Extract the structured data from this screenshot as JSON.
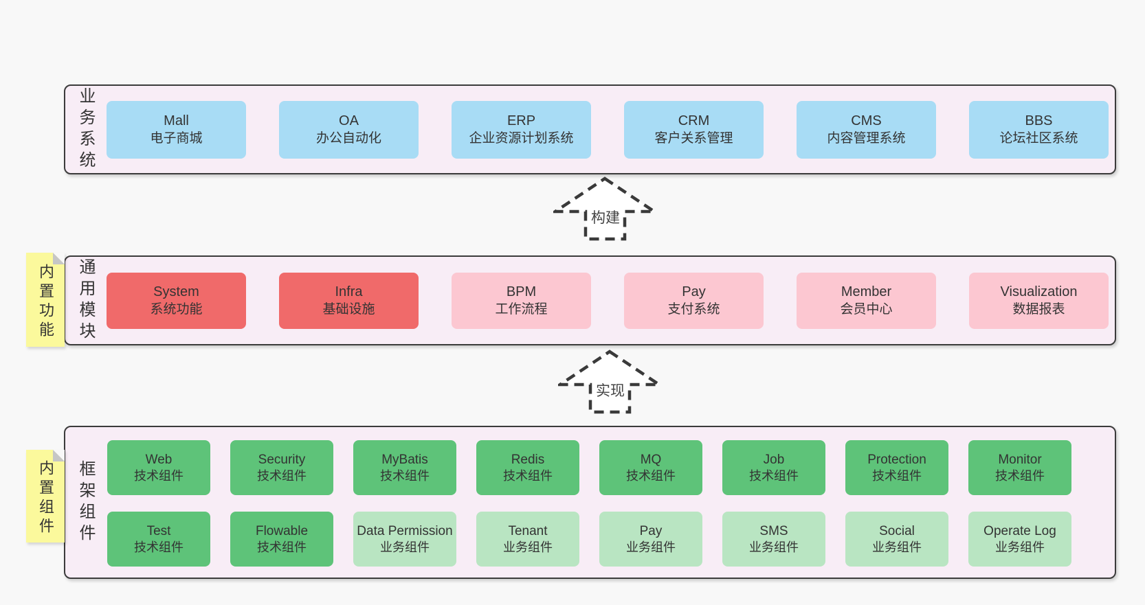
{
  "colors": {
    "page_background": "#f8f8f8",
    "layer_background": "#f8edf6",
    "layer_border": "#3b3b3b",
    "business_box": "#a8dcf5",
    "core_module_box": "#f06a6a",
    "optional_module_box": "#fcc7d1",
    "tech_component_box": "#5ec379",
    "biz_component_box": "#b9e5c2",
    "sticky_note": "#fbf99c"
  },
  "layers": {
    "business": {
      "label": "业务系统",
      "boxes": [
        {
          "en": "Mall",
          "zh": "电子商城"
        },
        {
          "en": "OA",
          "zh": "办公自动化"
        },
        {
          "en": "ERP",
          "zh": "企业资源计划系统"
        },
        {
          "en": "CRM",
          "zh": "客户关系管理"
        },
        {
          "en": "CMS",
          "zh": "内容管理系统"
        },
        {
          "en": "BBS",
          "zh": "论坛社区系统"
        }
      ]
    },
    "modules": {
      "label": "通用模块",
      "note": "内置功能",
      "boxes": [
        {
          "en": "System",
          "zh": "系统功能",
          "variant": "red"
        },
        {
          "en": "Infra",
          "zh": "基础设施",
          "variant": "red"
        },
        {
          "en": "BPM",
          "zh": "工作流程",
          "variant": "pink"
        },
        {
          "en": "Pay",
          "zh": "支付系统",
          "variant": "pink"
        },
        {
          "en": "Member",
          "zh": "会员中心",
          "variant": "pink"
        },
        {
          "en": "Visualization",
          "zh": "数据报表",
          "variant": "pink"
        }
      ]
    },
    "components": {
      "label": "框架组件",
      "note": "内置组件",
      "row1": [
        {
          "en": "Web",
          "zh": "技术组件",
          "variant": "green"
        },
        {
          "en": "Security",
          "zh": "技术组件",
          "variant": "green"
        },
        {
          "en": "MyBatis",
          "zh": "技术组件",
          "variant": "green"
        },
        {
          "en": "Redis",
          "zh": "技术组件",
          "variant": "green"
        },
        {
          "en": "MQ",
          "zh": "技术组件",
          "variant": "green"
        },
        {
          "en": "Job",
          "zh": "技术组件",
          "variant": "green"
        },
        {
          "en": "Protection",
          "zh": "技术组件",
          "variant": "green"
        },
        {
          "en": "Monitor",
          "zh": "技术组件",
          "variant": "green"
        }
      ],
      "row2": [
        {
          "en": "Test",
          "zh": "技术组件",
          "variant": "green"
        },
        {
          "en": "Flowable",
          "zh": "技术组件",
          "variant": "green"
        },
        {
          "en": "Data Permission",
          "zh": "业务组件",
          "variant": "lightgreen"
        },
        {
          "en": "Tenant",
          "zh": "业务组件",
          "variant": "lightgreen"
        },
        {
          "en": "Pay",
          "zh": "业务组件",
          "variant": "lightgreen"
        },
        {
          "en": "SMS",
          "zh": "业务组件",
          "variant": "lightgreen"
        },
        {
          "en": "Social",
          "zh": "业务组件",
          "variant": "lightgreen"
        },
        {
          "en": "Operate Log",
          "zh": "业务组件",
          "variant": "lightgreen"
        }
      ]
    }
  },
  "arrows": [
    {
      "label": "构建"
    },
    {
      "label": "实现"
    }
  ]
}
